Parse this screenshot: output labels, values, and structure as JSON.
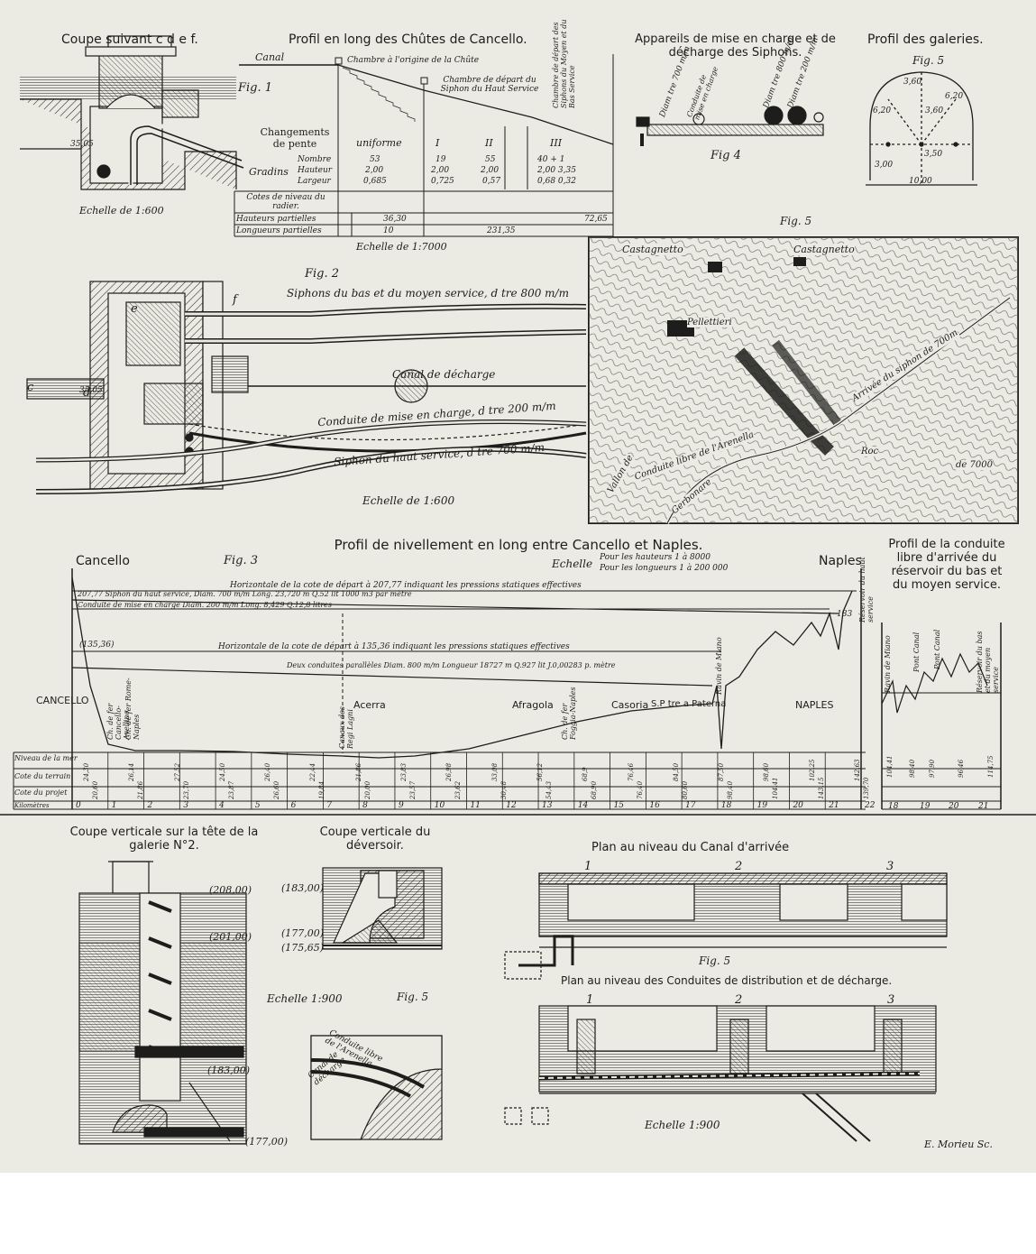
{
  "colors": {
    "paper": "#ecebe3",
    "ink": "#1d1d1b",
    "white": "#ffffff"
  },
  "top": {
    "coupe_cdef": "Coupe suivant c d e f.",
    "coupe_scale": "Echelle de 1:600",
    "coupe_level": "35,05",
    "profil_title": "Profil en long des Chûtes de Cancello.",
    "fig1": "Fig. 1",
    "canal": "Canal",
    "chambre_origine": "Chambre à l'origine de la Chûte",
    "chambre_haut": "Chambre de départ du Siphon du Haut Service",
    "chambre_bas": "Chambre de départ des Siphons du Moyen et du Bas Service",
    "changements": "Changements de pente",
    "gradins": "Gradins",
    "row_labels": [
      "Nombre",
      "Hauteur",
      "Largeur"
    ],
    "cols": [
      "uniforme",
      "I",
      "II",
      "III"
    ],
    "nombre": [
      "53",
      "19",
      "55",
      "40 + 1"
    ],
    "hauteur": [
      "2,00",
      "2,00",
      "2,00",
      "2,00   3,35"
    ],
    "largeur": [
      "0,685",
      "0,725",
      "0,57",
      "0,68   0,32"
    ],
    "cotes": "Cotes de niveau du radier.",
    "hauteurs": "Hauteurs partielles",
    "longueurs": "Longueurs partielles",
    "hauteurs_vals": [
      "36,30",
      "72,65"
    ],
    "longueurs_vals": [
      "10",
      "231,35"
    ],
    "profil_scale": "Echelle de 1:7000",
    "appareils_title": "Appareils de mise en charge et de décharge des Siphons.",
    "fig4": "Fig 4",
    "app_labels": [
      "Diam tre 700 m/m",
      "Conduite de mise en charge",
      "Diam tre 800 m/m",
      "Diam tre 200 m/m"
    ],
    "galeries_title": "Profil des galeries.",
    "fig5a": "Fig. 5",
    "gal_dims": [
      "6,20",
      "3,60",
      "3,60",
      "3,00",
      "3,50",
      "6,20",
      "10,00"
    ]
  },
  "fig2": {
    "label": "Fig. 2",
    "siphons_bas": "Siphons du bas et du moyen service, d tre 800 m/m",
    "canal_decharge": "Canal de décharge",
    "conduite": "Conduite de mise en charge, d tre 200 m/m",
    "siphon_haut": "Siphon du haut service, d tre 700 m/m",
    "scale": "Echelle de 1:600",
    "letters": [
      "c",
      "d",
      "e",
      "f"
    ],
    "level": "35,05"
  },
  "map": {
    "fig": "Fig. 5",
    "labels": [
      "Castagnetto",
      "Castagnetto",
      "Pellettieri",
      "Arrivée du siphon de 700m",
      "Vallon de",
      "Conduite libre de l'Arenella",
      "Gerbonare",
      "Roc",
      "de 7000"
    ]
  },
  "profile": {
    "title": "Profil de nivellement en long entre Cancello et Naples.",
    "fig": "Fig. 3",
    "echelle": "Echelle",
    "scale_h": "Pour les hauteurs 1 à 8000",
    "scale_l": "Pour les longueurs 1 à 200 000",
    "cancello": "Cancello",
    "naples": "Naples",
    "line1": "Horizontale de la cote de départ à 207,77 indiquant les pressions statiques effectives",
    "line2": "207,77 Siphon du haut service, Diam. 700 m/m Long. 23,720 m Q.52 lit 1000 m3 par mètre",
    "line3": "Conduite de mise en charge Diam. 200 m/m Long. 8,429 Q.12,8 litres",
    "line4": "(135,36)",
    "line5": "Horizontale de la cote de départ à 135,36 indiquant les pressions statiques effectives",
    "line6": "Deux conduites parallèles Diam. 800 m/m Longueur 18727 m Q.927 lit J.0,00283 p. mètre",
    "towns": [
      "CANCELLO",
      "Acerra",
      "Afragola",
      "Casoria",
      "S.P tre a Paterna",
      "NAPLES"
    ],
    "vertical": [
      "Ch. de fer Cancello-Avellino",
      "Ch. de fer Rome-Naples",
      "Canaux des Regi Lagni",
      "Ch. de fer Foggia-Naples",
      "Ravin de Miano",
      "Réservoir du haut service"
    ],
    "row_labels": [
      "Niveau de la mer",
      "Cote du terrain",
      "Cote du projet",
      "Kilomètres"
    ],
    "km": [
      "0",
      "1",
      "2",
      "3",
      "4",
      "5",
      "6",
      "7",
      "8",
      "9",
      "10",
      "11",
      "12",
      "13",
      "14",
      "15",
      "16",
      "17",
      "18",
      "19",
      "20",
      "21",
      "22"
    ],
    "elev_a": [
      "24,30",
      "26,14",
      "27,52",
      "24,50",
      "26,40",
      "22,44",
      "21,86",
      "23,83",
      "26,98",
      "33,08",
      "56,12",
      "68,9",
      "76,46",
      "84,50",
      "87,50",
      "98,60",
      "102,25",
      "142,63"
    ],
    "elev_b": [
      "20,60",
      "21,86",
      "23,70",
      "23,87",
      "26,60",
      "19,84",
      "20,00",
      "23,57",
      "23,62",
      "30,48",
      "54,43",
      "68,90",
      "76,40",
      "80,60",
      "98,40",
      "104,41",
      "143,15",
      "139,70"
    ],
    "peak": "183",
    "right_title": "Profil de la conduite libre d'arrivée du réservoir du bas et du moyen service.",
    "right_vertical": [
      "Ravin de Miano",
      "Pont Canal",
      "Pont Canal",
      "Réservoir du bas et du moyen service"
    ],
    "right_km": [
      "18",
      "19",
      "20",
      "21"
    ],
    "right_elev": [
      "104,41",
      "98,40",
      "97,90",
      "96,46",
      "114,75"
    ]
  },
  "bottom": {
    "galerie_title": "Coupe verticale sur la tête de la galerie N°2.",
    "galerie_levels": [
      "(208,00)",
      "(201,00)",
      "(183,00)",
      "(177,00)"
    ],
    "deversoir_title": "Coupe verticale du déversoir.",
    "deversoir_levels": [
      "(183,00)",
      "(177,00)",
      "(175,65)"
    ],
    "scale_900": "Echelle 1:900",
    "fig5": "Fig. 5",
    "conduite_libre": "Conduite libre de l'Arenella",
    "canal_decharge": "Canal de décharge",
    "plan1_title": "Plan au niveau du Canal d'arrivée",
    "plan_nums": [
      "1",
      "2",
      "3"
    ],
    "fig5b": "Fig. 5",
    "plan2_title": "Plan au niveau des Conduites de distribution et de décharge.",
    "plan2_scale": "Echelle 1:900",
    "signature": "E. Morieu Sc."
  }
}
